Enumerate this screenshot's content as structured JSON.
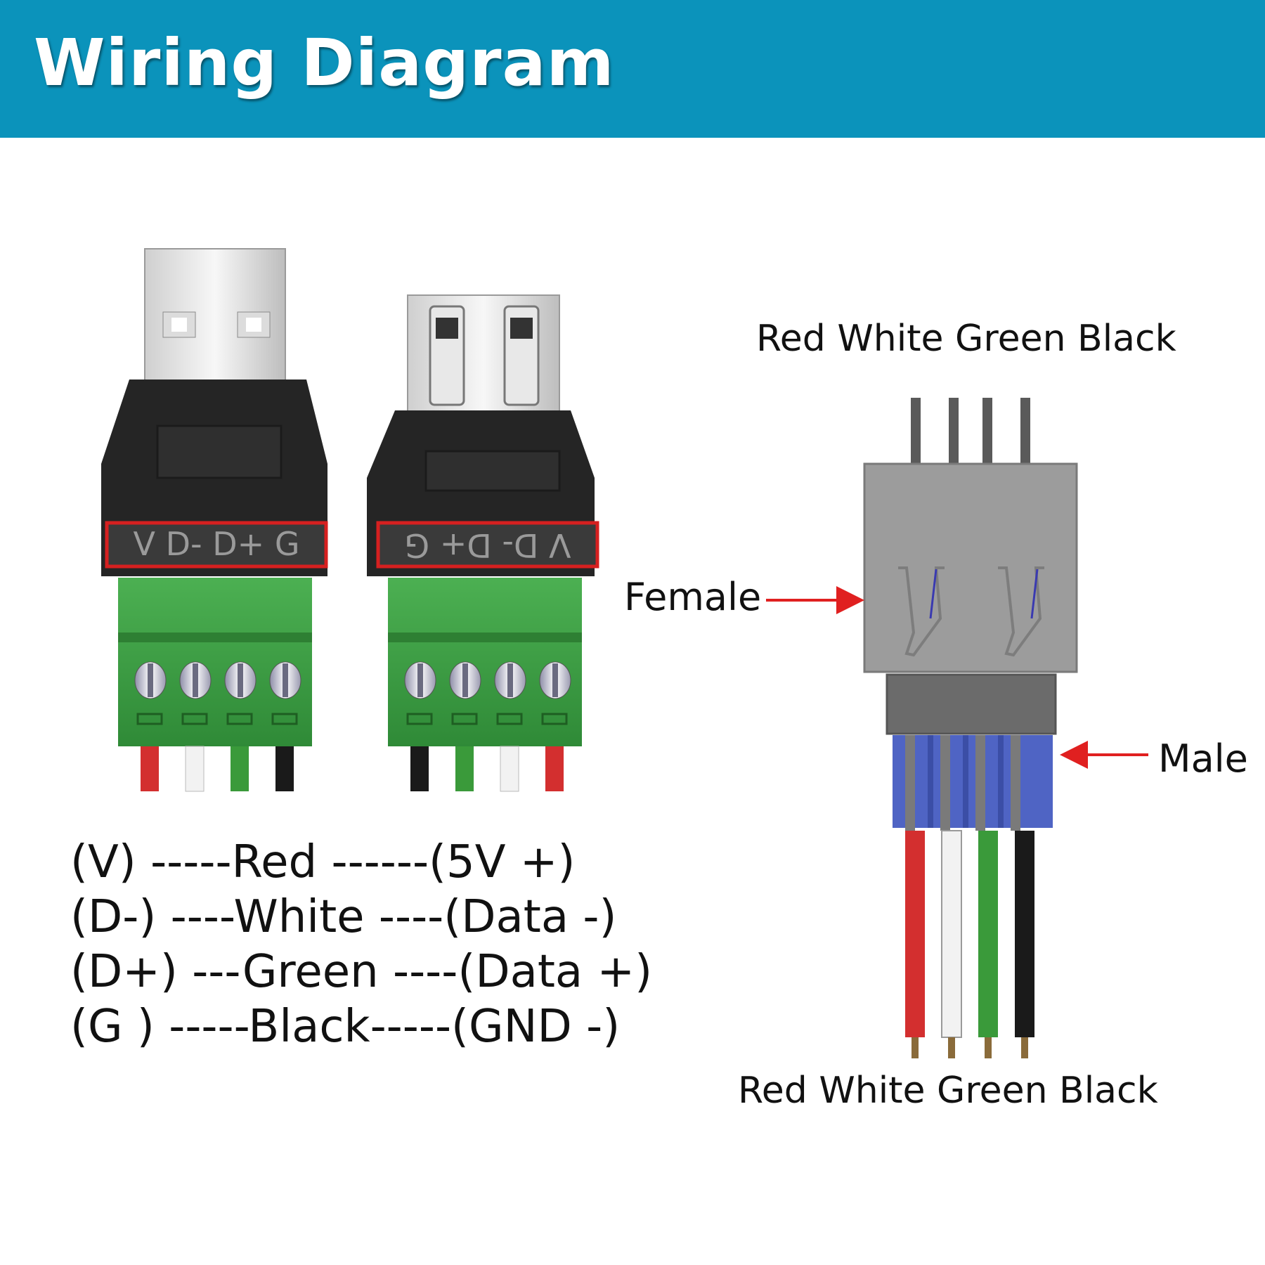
{
  "header": {
    "title": "Wiring Diagram",
    "background_color": "#0b93bb"
  },
  "connector_left": {
    "pin_label": "V D- D+ G",
    "wires": [
      "red",
      "white",
      "green",
      "black"
    ]
  },
  "connector_right": {
    "pin_label": "V D- D+ G",
    "pin_label_orientation": "upside-down",
    "wires": [
      "black",
      "green",
      "white",
      "red"
    ]
  },
  "adapter": {
    "wire_colors_top": "Red White Green Black",
    "wire_colors_bottom": "Red White Green Black",
    "female_label": "Female",
    "male_label": "Male",
    "arrow_color": "#e02020"
  },
  "legend": {
    "lines": [
      "(V) -----Red ------(5V +)",
      "(D-) ----White ----(Data -)",
      "(D+) ---Green ----(Data +)",
      "(G ) -----Black-----(GND -)"
    ]
  },
  "colors": {
    "red": "#d32f2f",
    "white": "#f2f2f2",
    "green": "#3a9a3a",
    "black": "#1a1a1a",
    "terminal_green": "#3f9f45",
    "highlight_box": "#d62020"
  }
}
